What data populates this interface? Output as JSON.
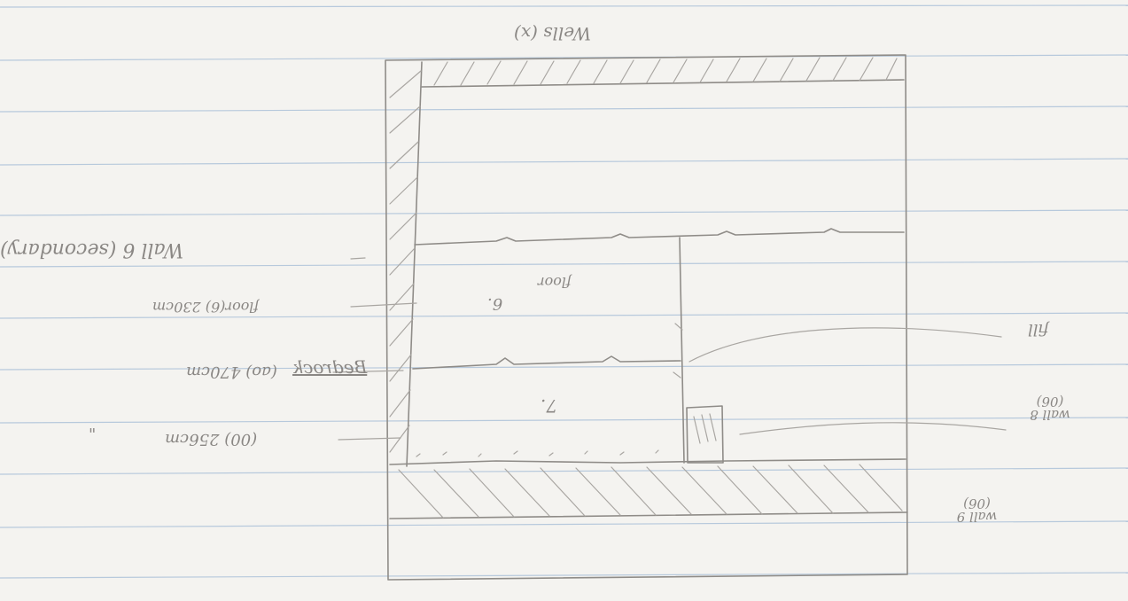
{
  "sketch": {
    "title": "Wells (x)",
    "left_labels": {
      "layer6": "Wall 6 (secondary)",
      "floor": "floor(6) 230cm",
      "line1": "(ao) 470cm",
      "bedrock": "Bedrock",
      "line2": "(00) 256cm",
      "ditto": "\""
    },
    "center_labels": {
      "floor_lbl": "floor",
      "six": "6.",
      "seven": "7."
    },
    "right_labels": {
      "fill": "fill",
      "wall8": "wall 8 (06)",
      "wall9": "wall 9 (06)"
    }
  },
  "colors": {
    "paper": "#f4f3f0",
    "rule": "#b7c9dc",
    "pencil": "#8f8c88"
  }
}
